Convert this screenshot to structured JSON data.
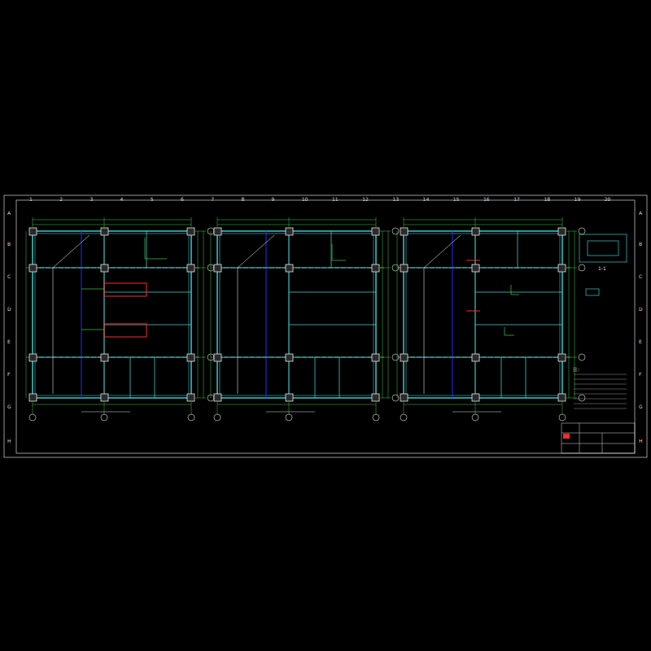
{
  "diagram": {
    "labels": [
      "A",
      "B",
      "C",
      "D",
      "E",
      "F",
      "G",
      "H",
      "A",
      "B",
      "C",
      "D",
      "E",
      "F",
      "G",
      "H",
      "1",
      "2",
      "3",
      "4",
      "5",
      "6",
      "7",
      "8",
      "9",
      "10",
      "11",
      "12",
      "13",
      "14",
      "15",
      "16",
      "17",
      "18",
      "19",
      "20",
      "1-1",
      "注:"
    ]
  }
}
